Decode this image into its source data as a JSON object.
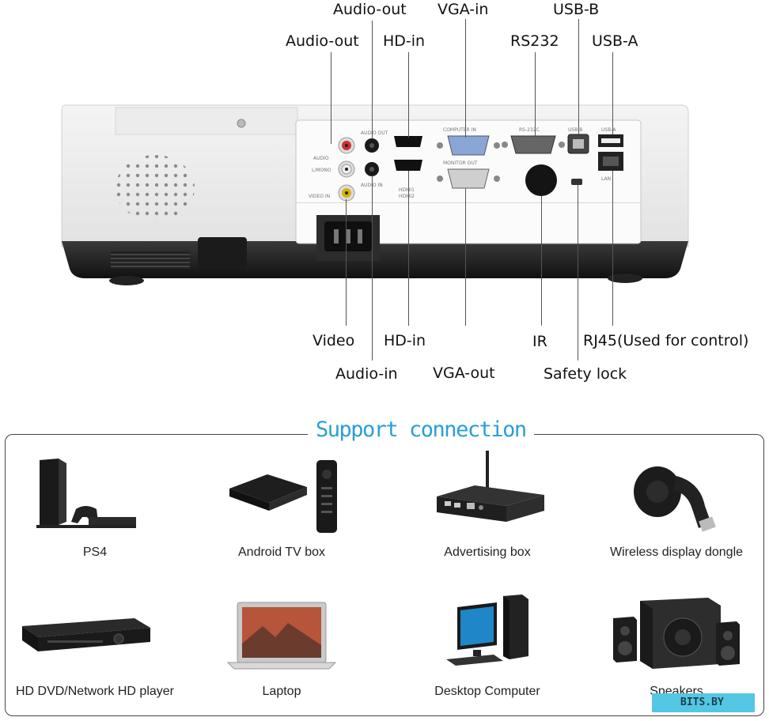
{
  "ports_top": {
    "audio_out_top": "Audio-out",
    "vga_in": "VGA-in",
    "usb_b": "USB-B",
    "audio_out": "Audio-out",
    "hd_in_top": "HD-in",
    "rs232": "RS232",
    "usb_a": "USB-A"
  },
  "ports_bottom": {
    "video": "Video",
    "hd_in": "HD-in",
    "ir": "IR",
    "rj45": "RJ45(Used for control)",
    "audio_in": "Audio-in",
    "vga_out": "VGA-out",
    "safety_lock": "Safety lock"
  },
  "panel_printing": {
    "audio_out": "AUDIO OUT",
    "audio": "AUDIO",
    "l_mono": "L/MONO",
    "video_in": "VIDEO IN",
    "audio_in": "AUDIO IN",
    "hdmi1": "HDMI1",
    "hdmi2": "HDMI2",
    "computer_in": "COMPUTER IN",
    "monitor_out": "MONITOR OUT",
    "rs232c": "RS-232C",
    "usb_b": "USB-B",
    "usb_a": "USB-A",
    "lan": "LAN"
  },
  "support": {
    "title": "Support connection",
    "devices": [
      {
        "label": "PS4",
        "icon": "game-console-icon"
      },
      {
        "label": "Android TV box",
        "icon": "tv-box-icon"
      },
      {
        "label": "Advertising box",
        "icon": "router-box-icon"
      },
      {
        "label": "Wireless display dongle",
        "icon": "dongle-icon"
      },
      {
        "label": "HD DVD/Network HD player",
        "icon": "dvd-player-icon"
      },
      {
        "label": "Laptop",
        "icon": "laptop-icon"
      },
      {
        "label": "Desktop Computer",
        "icon": "desktop-computer-icon"
      },
      {
        "label": "Speakers",
        "icon": "speakers-icon"
      }
    ]
  },
  "watermark": "BITS.BY",
  "colors": {
    "title_accent": "#2a9fd6",
    "logo_bg": "#53c7e4"
  }
}
